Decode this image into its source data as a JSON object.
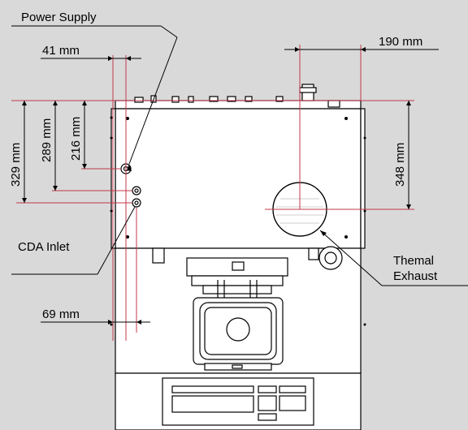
{
  "callouts": {
    "power_supply": "Power Supply",
    "cda_inlet": "CDA Inlet",
    "thermal_exhaust_line1": "Themal",
    "thermal_exhaust_line2": "Exhaust"
  },
  "dimensions": {
    "d41": "41 mm",
    "d190": "190 mm",
    "d329": "329 mm",
    "d289": "289 mm",
    "d216": "216 mm",
    "d348": "348 mm",
    "d69": "69 mm"
  },
  "colors": {
    "background": "#d9d9d9",
    "body_fill": "#ffffff",
    "outline": "#000000",
    "dimension_line": "#c0394b"
  }
}
